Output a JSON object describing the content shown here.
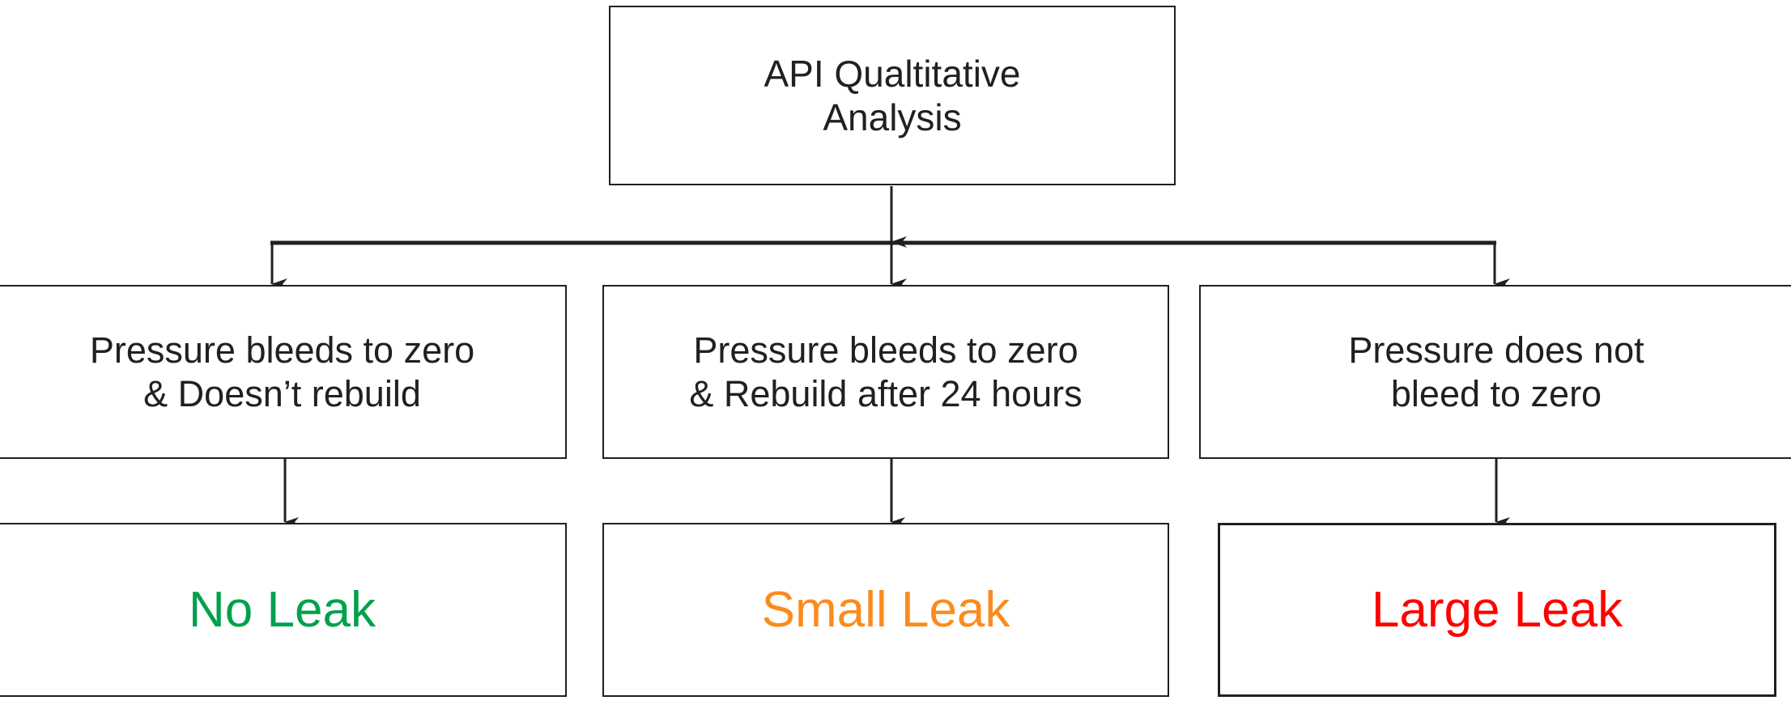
{
  "diagram": {
    "title_node": {
      "id": "root",
      "text": "API Qualtitative\nAnalysis"
    },
    "conditions": [
      {
        "id": "cond-0",
        "text": "Pressure bleeds to zero\n& Doesn’t rebuild"
      },
      {
        "id": "cond-1",
        "text": "Pressure bleeds to zero\n& Rebuild after 24 hours"
      },
      {
        "id": "cond-2",
        "text": "Pressure does not\nbleed to zero"
      }
    ],
    "outcomes": [
      {
        "id": "out-0",
        "text": "No Leak",
        "color": "#00a14b"
      },
      {
        "id": "out-1",
        "text": "Small Leak",
        "color": "#fb8b1e"
      },
      {
        "id": "out-2",
        "text": "Large Leak",
        "color": "#fe0000"
      }
    ],
    "colors": {
      "stroke": "#231f20",
      "background": "#ffffff",
      "text": "#231f20",
      "no_leak": "#00a14b",
      "small_leak": "#fb8b1e",
      "large_leak": "#fe0000"
    }
  }
}
